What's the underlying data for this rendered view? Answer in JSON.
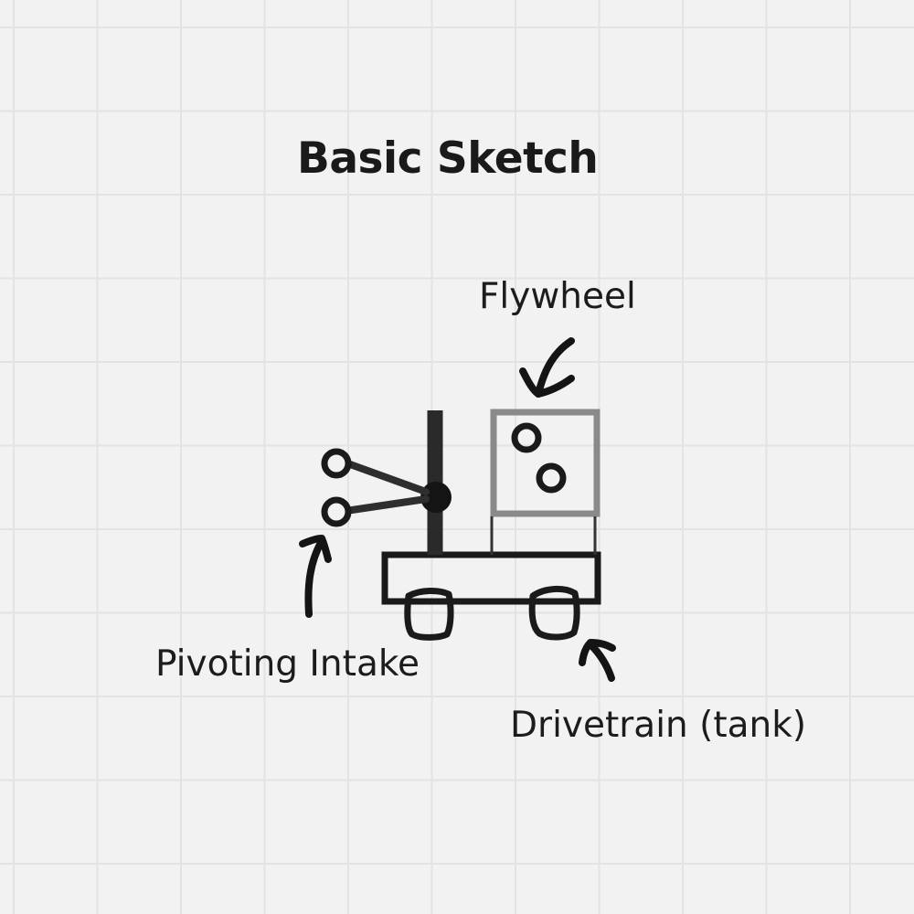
{
  "title": "Basic Sketch",
  "labels": {
    "flywheel": "Flywheel",
    "intake": "Pivoting Intake",
    "drivetrain": "Drivetrain (tank)"
  },
  "colors": {
    "background": "#f2f2f2",
    "grid": "#e3e3e3",
    "ink": "#1a1a1a",
    "flywheel_box": "#8a8a8a"
  }
}
